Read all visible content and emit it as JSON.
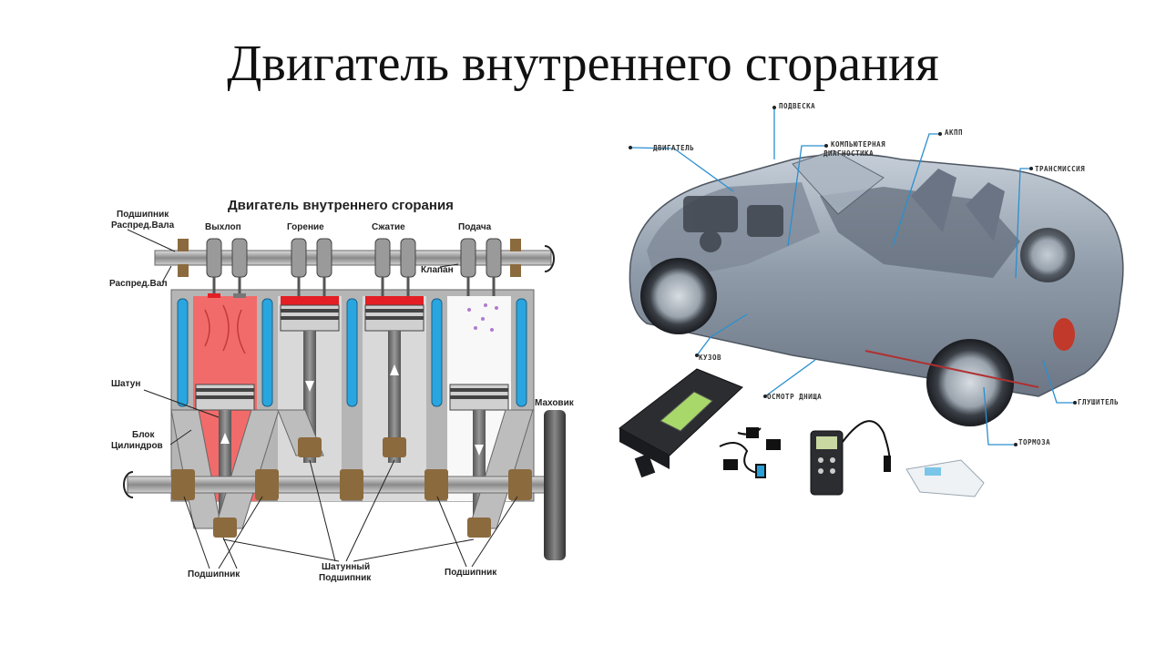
{
  "slide": {
    "title": "Двигатель внутреннего сгорания"
  },
  "engine_diagram": {
    "title": "Двигатель внутреннего сгорания",
    "labels": {
      "camshaft_bearing": [
        "Подшипник",
        "Распред.Вала"
      ],
      "camshaft": "Распред.Вал",
      "exhaust": "Выхлоп",
      "combustion": "Горение",
      "compression": "Сжатие",
      "intake": "Подача",
      "valve": "Клапан",
      "connecting_rod": "Шатун",
      "cylinder_block": [
        "Блок",
        "Цилиндров"
      ],
      "flywheel": "Маховик",
      "bearing_left": "Подшипник",
      "rod_bearing": [
        "Шатунный",
        "Подшипник"
      ],
      "bearing_right": "Подшипник"
    },
    "colors": {
      "coolant": "#29a6e0",
      "hot": "#f26b6b",
      "piston_red": "#e31e24",
      "metal": "#a8a8a8",
      "dark": "#4a4a4a"
    }
  },
  "car_diagram": {
    "labels": {
      "suspension": "ПОДВЕСКА",
      "engine": "ДВИГАТЕЛЬ",
      "computer_diag": [
        "КОМПЬЮТЕРНАЯ",
        "ДИАГНОСТИКА"
      ],
      "gearbox": "АКПП",
      "transmission": "ТРАНСМИССИЯ",
      "body": "КУЗОВ",
      "inspection": "ОСМОТР ДНИЩА",
      "brakes": "ТОРМОЗА",
      "exhaust": "ГЛУШИТЕЛЬ"
    },
    "colors": {
      "body": "#8e9aa8",
      "leader": "#2a8fd0"
    }
  }
}
